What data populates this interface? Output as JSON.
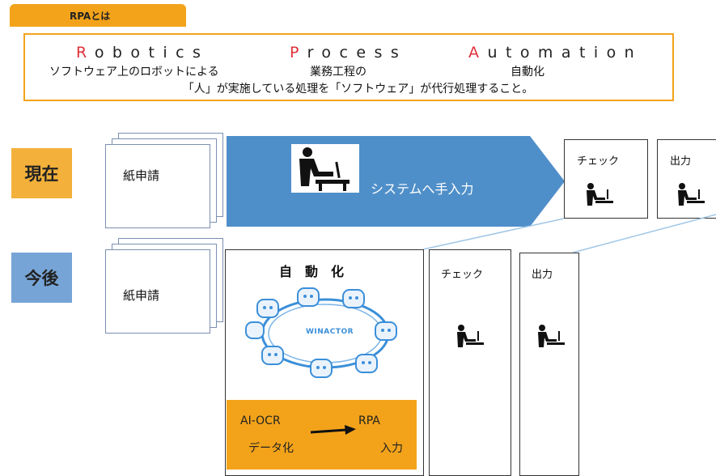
{
  "header": {
    "tab_label": "RPAとは",
    "words": [
      {
        "cap": "R",
        "rest": "obotics"
      },
      {
        "cap": "P",
        "rest": "rocess"
      },
      {
        "cap": "A",
        "rest": "utomation"
      }
    ],
    "subs": [
      "ソフトウェア上のロボットによる",
      "業務工程の",
      "自動化"
    ],
    "definition": "「人」が実施している処理を「ソフトウェア」が代行処理すること。"
  },
  "current": {
    "label": "現在",
    "paper": "紙申請",
    "arrow_text": "システムへ手入力",
    "check": "チェック",
    "output": "出力"
  },
  "future": {
    "label": "今後",
    "paper": "紙申請",
    "auto_title": "自　動　化",
    "winactor": "WINACTOR",
    "ocr_top": "AI-OCR",
    "ocr_bottom": "データ化",
    "rpa_top": "RPA",
    "rpa_bottom": "入力",
    "check": "チェック",
    "output": "出力"
  },
  "colors": {
    "orange": "#f3a31a",
    "blue_arrow": "#4f8fc9",
    "future_label": "#76a4d6",
    "robot_blue": "#3b8fd9",
    "red_capital": "#e0303a"
  }
}
